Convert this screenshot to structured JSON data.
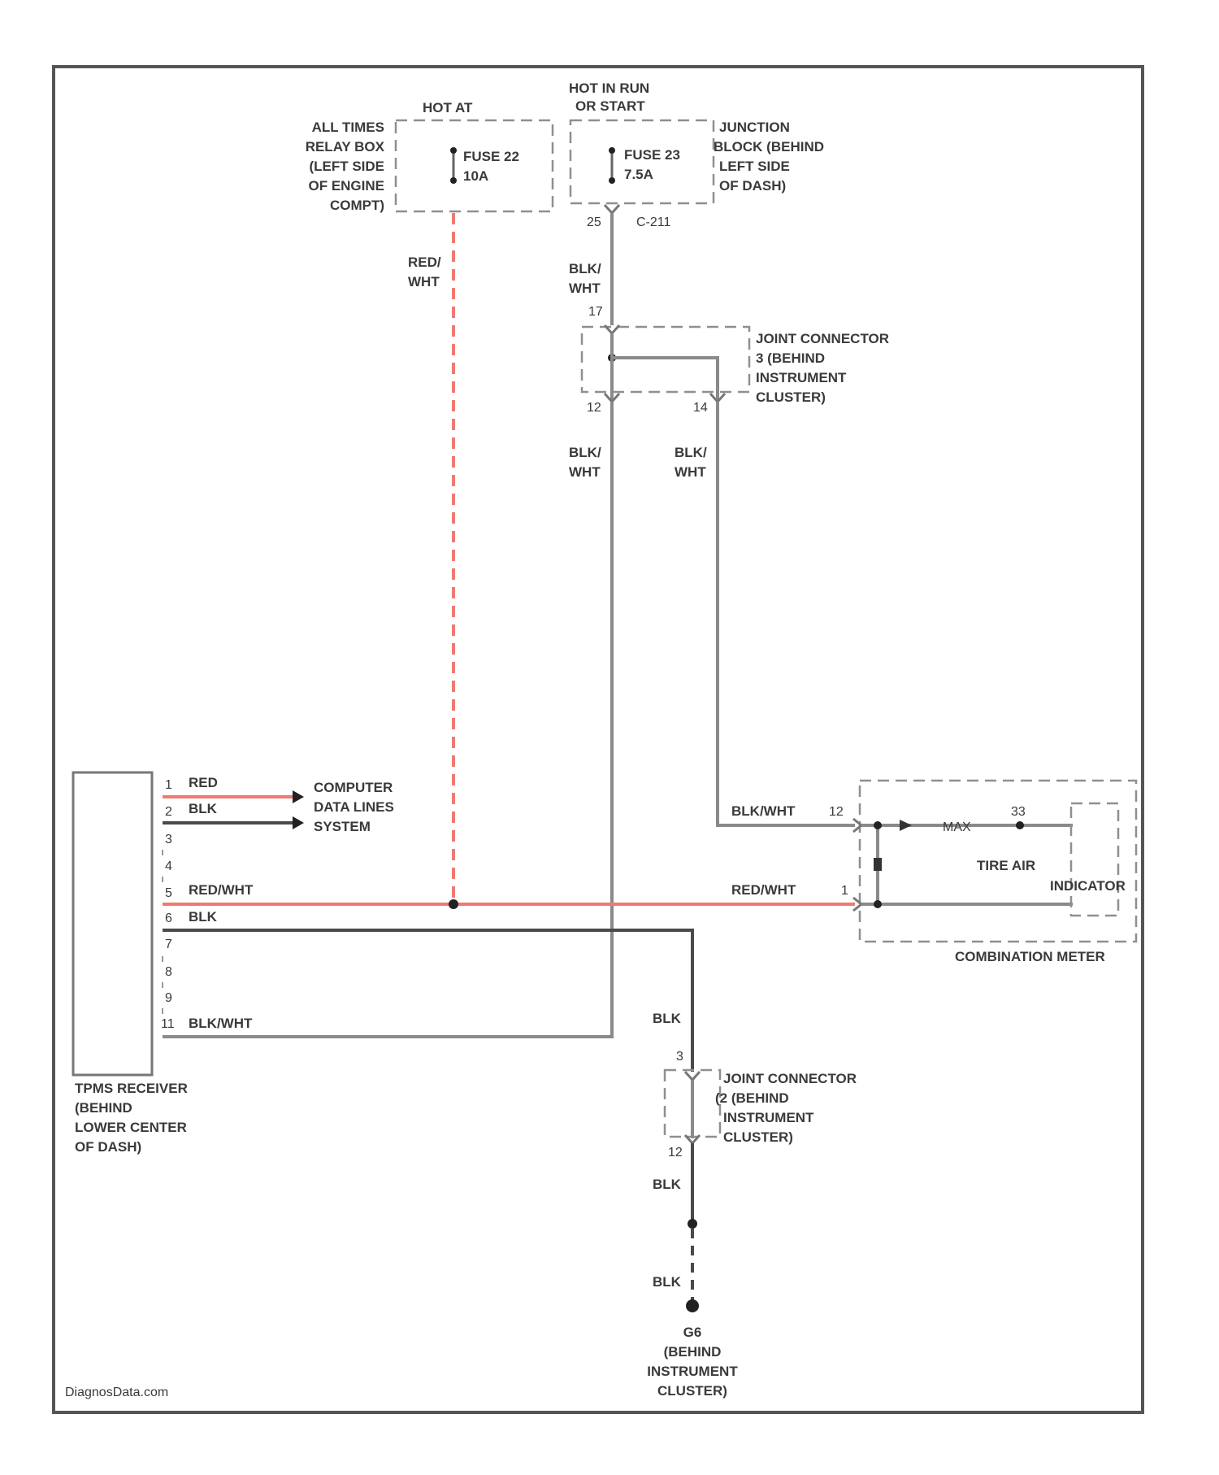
{
  "frame": {
    "watermark": "DiagnosData.com"
  },
  "top": {
    "hot_at": "HOT AT",
    "relay_box": [
      "ALL TIMES",
      "RELAY BOX",
      "(LEFT SIDE",
      "OF ENGINE",
      "COMPT)"
    ],
    "fuse22": [
      "FUSE 22",
      "10A"
    ],
    "hot_run": [
      "HOT IN RUN",
      "OR START"
    ],
    "fuse23": [
      "FUSE 23",
      "7.5A"
    ],
    "junction_block": [
      "JUNCTION",
      "BLOCK (BEHIND",
      "LEFT SIDE",
      "OF DASH)"
    ],
    "pin_25": "25",
    "conn_c211": "C-211"
  },
  "wires": {
    "red_wht_vertical": [
      "RED/",
      "WHT"
    ],
    "blk_wht_top": [
      "BLK/",
      "WHT"
    ],
    "blk_wht_left": [
      "BLK/",
      "WHT"
    ],
    "blk_wht_right": [
      "BLK/",
      "WHT"
    ],
    "blk_wht_meter": "BLK/WHT",
    "red_wht_meter": "RED/WHT",
    "blk_to_joint2": "BLK",
    "blk_below_joint2": "BLK",
    "blk_to_ground": "BLK"
  },
  "joint1": {
    "label": [
      "JOINT CONNECTOR",
      "3 (BEHIND",
      "INSTRUMENT",
      "CLUSTER)"
    ],
    "pin_top": "17",
    "pin_left": "12",
    "pin_right": "14"
  },
  "receiver": {
    "label": [
      "TPMS RECEIVER",
      "(BEHIND",
      "LOWER CENTER",
      "OF DASH)"
    ],
    "pins": [
      "1",
      "2",
      "3",
      "4",
      "5",
      "6",
      "7",
      "8",
      "9",
      "11"
    ],
    "pin1_wire": "RED",
    "pin2_wire": "BLK",
    "pin5_wire": "RED/WHT",
    "pin6_wire": "BLK",
    "pin11_wire": "BLK/WHT"
  },
  "computer": {
    "label": [
      "COMPUTER",
      "DATA LINES",
      "SYSTEM"
    ]
  },
  "meter": {
    "label": "COMBINATION METER",
    "pin_top": "12",
    "pin_bottom": "1",
    "pin_inner": "33",
    "lamp_label": [
      "TIRE AIR",
      "INDICATOR"
    ],
    "inner_wire": "MAX"
  },
  "joint2": {
    "label": [
      "JOINT CONNECTOR",
      "(2 (BEHIND",
      "INSTRUMENT",
      "CLUSTER)"
    ],
    "pin_top": "3",
    "pin_bottom": "12"
  },
  "ground": {
    "label": [
      "G6",
      "(BEHIND",
      "INSTRUMENT",
      "CLUSTER)"
    ]
  }
}
